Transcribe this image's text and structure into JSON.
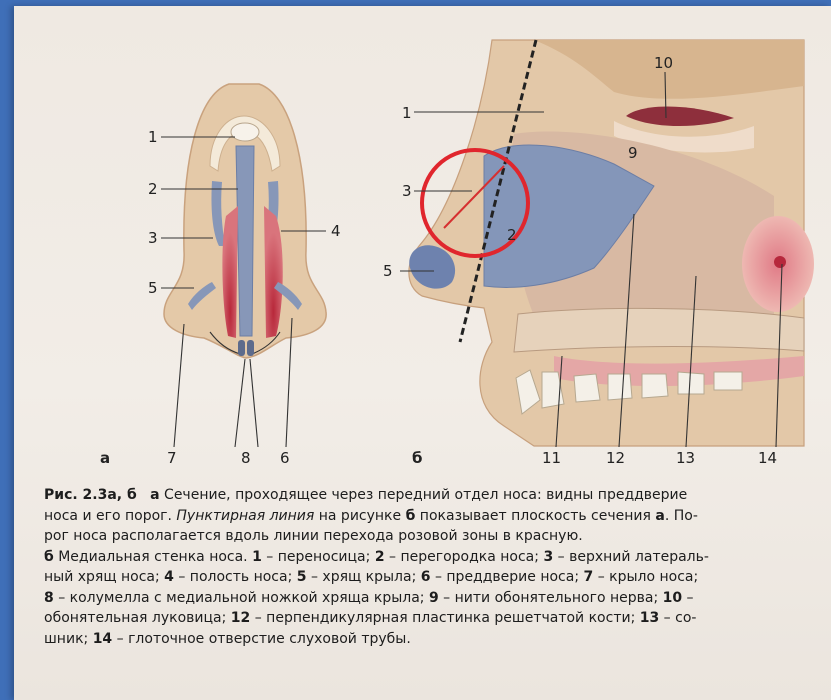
{
  "figure": {
    "panel_a": "а",
    "panel_b": "б",
    "labels_a": [
      "1",
      "2",
      "3",
      "4",
      "5",
      "7",
      "8",
      "6"
    ],
    "labels_b": [
      "1",
      "3",
      "5",
      "10",
      "9",
      "2",
      "12",
      "11",
      "13",
      "14"
    ]
  },
  "caption": {
    "title": "Рис. 2.3а, б",
    "a_letter": "а",
    "a_text_1": " Сечение, проходящее через передний отдел носа: видны преддверие",
    "a_text_2a": "носа и его порог. ",
    "a_italic": "Пунктирная линия",
    "a_text_2b": " на рисунке ",
    "b_bold_inline": "б",
    "a_text_2c": " показывает плоскость сечения ",
    "a_bold_end": "а",
    "a_text_2d": ". По-",
    "a_text_3": "рог носа располагается вдоль линии перехода розовой зоны в красную.",
    "b_letter": "б",
    "b_text_4a": " Медиальная стенка носа. ",
    "n1": "1",
    "t1": " – переносица; ",
    "n2": "2",
    "t2": " – перегородка носа; ",
    "n3": "3",
    "t3a": " – верхний латераль-",
    "t3b": "ный хрящ носа; ",
    "n4": "4",
    "t4": " – полость носа; ",
    "n5": "5",
    "t5": " – хрящ крыла; ",
    "n6": "6",
    "t6": " – преддверие носа; ",
    "n7": "7",
    "t7": " – крыло носа;",
    "n8": "8",
    "t8": " – колумелла с медиальной ножкой хряща крыла; ",
    "n9": "9",
    "t9": " – нити обонятельного нерва; ",
    "n10": "10",
    "t10a": " –",
    "t10b": "обонятельная луковица; ",
    "n12": "12",
    "t12": " – перпендикулярная пластинка решетчатой кости; ",
    "n13": "13",
    "t13a": " – со-",
    "t13b": "шник; ",
    "n14": "14",
    "t14": " – глоточное отверстие слуховой трубы."
  }
}
